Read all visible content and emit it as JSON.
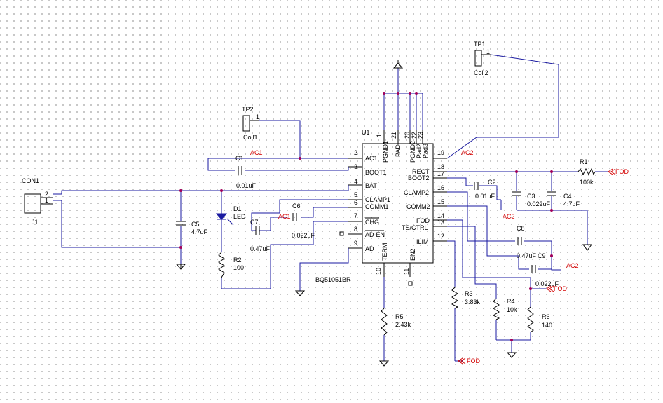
{
  "u1": {
    "ref": "U1",
    "part": "BQ51051BR",
    "pins_left": [
      {
        "num": "2",
        "name": "AC1"
      },
      {
        "num": "3",
        "name": "BOOT1"
      },
      {
        "num": "4",
        "name": "BAT"
      },
      {
        "num": "5",
        "name": "CLAMP1"
      },
      {
        "num": "6",
        "name": "COMM1"
      },
      {
        "num": "7",
        "name": "CHG"
      },
      {
        "num": "8",
        "name": "AD-EN"
      },
      {
        "num": "9",
        "name": "AD"
      }
    ],
    "pins_right": [
      {
        "num": "19",
        "name": ""
      },
      {
        "num": "18",
        "name": "RECT"
      },
      {
        "num": "17",
        "name": "BOOT2"
      },
      {
        "num": "16",
        "name": "CLAMP2"
      },
      {
        "num": "15",
        "name": "COMM2"
      },
      {
        "num": "14",
        "name": "FOD"
      },
      {
        "num": "13",
        "name": "TS/CTRL"
      },
      {
        "num": "12",
        "name": "ILIM"
      }
    ],
    "pins_top": [
      {
        "num": "1",
        "name": "PGND1"
      },
      {
        "num": "21",
        "name": "PAD"
      },
      {
        "num": "20",
        "name": "PGND2"
      },
      {
        "num": "22",
        "name": "Pad2"
      },
      {
        "num": "23",
        "name": "Pad3"
      }
    ],
    "pins_bottom": [
      {
        "num": "10",
        "name": "TERM"
      },
      {
        "num": "11",
        "name": "EN2"
      }
    ]
  },
  "connectors": {
    "con1": {
      "ref": "CON1",
      "name": "J1",
      "pin_a": "2",
      "pin_b": "1"
    },
    "tp1": {
      "ref": "TP1",
      "name": "Coil2",
      "pin": "1"
    },
    "tp2": {
      "ref": "TP2",
      "name": "Coil1",
      "pin": "1"
    }
  },
  "components": {
    "c1": {
      "ref": "C1",
      "value": "0.01uF"
    },
    "c2": {
      "ref": "C2",
      "value": "0.01uF"
    },
    "c3": {
      "ref": "C3",
      "value": "0.022uF"
    },
    "c4": {
      "ref": "C4",
      "value": "4.7uF"
    },
    "c5": {
      "ref": "C5",
      "value": "4.7uF"
    },
    "c6": {
      "ref": "C6",
      "value": "0.022uF"
    },
    "c7": {
      "ref": "C7",
      "value": "0.47uF"
    },
    "c8": {
      "ref": "C8",
      "value": "0.47uF"
    },
    "c9": {
      "ref": "C9",
      "value": "0.022uF"
    },
    "r1": {
      "ref": "R1",
      "value": "100k"
    },
    "r2": {
      "ref": "R2",
      "value": "100"
    },
    "r3": {
      "ref": "R3",
      "value": "3.83k"
    },
    "r4": {
      "ref": "R4",
      "value": "10k"
    },
    "r5": {
      "ref": "R5",
      "value": "2.43k"
    },
    "r6": {
      "ref": "R6",
      "value": "140"
    },
    "d1": {
      "ref": "D1",
      "value": "LED"
    }
  },
  "nets": {
    "ac1_top": "AC1",
    "ac1_c6": "AC1",
    "ac2_top": "AC2",
    "ac2_c3": "AC2",
    "ac2_c9": "AC2",
    "fod_r1": "FOD",
    "fod_r6": "FOD",
    "fod_r3": "FOD"
  },
  "colors": {
    "wire": "#1a1aa0",
    "net_label": "#d40000",
    "junction": "#a0005a",
    "grid_dot": "#b9b9b9"
  }
}
